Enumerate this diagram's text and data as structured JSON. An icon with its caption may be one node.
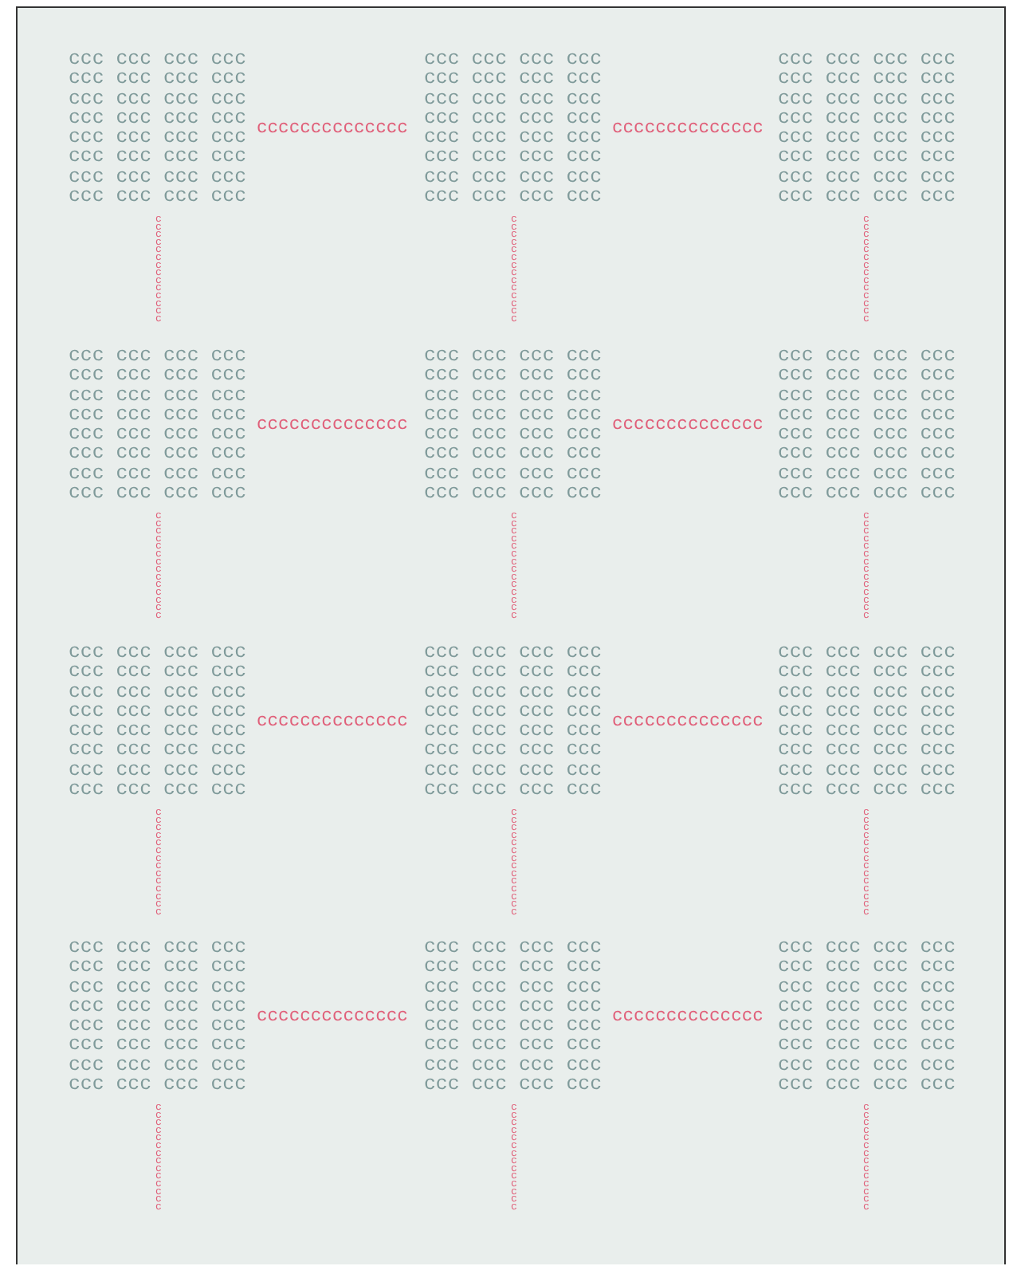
{
  "diagram": {
    "labels": [
      "ccc ccc ccc ccc ccc ccc ccc ccc ccc ccc ccc ccc ccc ccc ccc ccc ccc ccc ccc ccc ccc ccc ccc ccc ccc ccc ccc ccc ccc ccc ccc ccc",
      "cccccccccccccc",
      "ccc ccc ccc ccc ccc ccc ccc ccc ccc ccc ccc ccc ccc ccc ccc ccc ccc ccc ccc ccc ccc ccc ccc ccc ccc ccc ccc ccc ccc ccc ccc ccc",
      "cccccccccccccc",
      "ccc ccc ccc ccc ccc ccc ccc ccc ccc ccc ccc ccc ccc ccc ccc ccc ccc ccc ccc ccc ccc ccc ccc ccc ccc ccc ccc ccc ccc ccc ccc ccc",
      "cccccccccccccc",
      "cccccccccccccc",
      "cccccccccccccc",
      "ccc ccc ccc ccc ccc ccc ccc ccc ccc ccc ccc ccc ccc ccc ccc ccc ccc ccc ccc ccc ccc ccc ccc ccc ccc ccc ccc ccc ccc ccc ccc ccc",
      "cccccccccccccc",
      "ccc ccc ccc ccc ccc ccc ccc ccc ccc ccc ccc ccc ccc ccc ccc ccc ccc ccc ccc ccc ccc ccc ccc ccc ccc ccc ccc ccc ccc ccc ccc ccc",
      "cccccccccccccc",
      "ccc ccc ccc ccc ccc ccc ccc ccc ccc ccc ccc ccc ccc ccc ccc ccc ccc ccc ccc ccc ccc ccc ccc ccc ccc ccc ccc ccc ccc ccc ccc ccc",
      "cccccccccccccc",
      "cccccccccccccc",
      "cccccccccccccc",
      "ccc ccc ccc ccc ccc ccc ccc ccc ccc ccc ccc ccc ccc ccc ccc ccc ccc ccc ccc ccc ccc ccc ccc ccc ccc ccc ccc ccc ccc ccc ccc ccc",
      "cccccccccccccc",
      "ccc ccc ccc ccc ccc ccc ccc ccc ccc ccc ccc ccc ccc ccc ccc ccc ccc ccc ccc ccc ccc ccc ccc ccc ccc ccc ccc ccc ccc ccc ccc ccc",
      "cccccccccccccc",
      "ccc ccc ccc ccc ccc ccc ccc ccc ccc ccc ccc ccc ccc ccc ccc ccc ccc ccc ccc ccc ccc ccc ccc ccc ccc ccc ccc ccc ccc ccc ccc ccc",
      "cccccccccccccc",
      "cccccccccccccc",
      "cccccccccccccc",
      "ccc ccc ccc ccc ccc ccc ccc ccc ccc ccc ccc ccc ccc ccc ccc ccc ccc ccc ccc ccc ccc ccc ccc ccc ccc ccc ccc ccc ccc ccc ccc ccc",
      "cccccccccccccc",
      "ccc ccc ccc ccc ccc ccc ccc ccc ccc ccc ccc ccc ccc ccc ccc ccc ccc ccc ccc ccc ccc ccc ccc ccc ccc ccc ccc ccc ccc ccc ccc ccc",
      "cccccccccccccc",
      "ccc ccc ccc ccc ccc ccc ccc ccc ccc ccc ccc ccc ccc ccc ccc ccc ccc ccc ccc ccc ccc ccc ccc ccc ccc ccc ccc ccc ccc ccc ccc ccc",
      "cccccccccccccc",
      "cccccccccccccc",
      "cccccccccccccc"
    ]
  }
}
